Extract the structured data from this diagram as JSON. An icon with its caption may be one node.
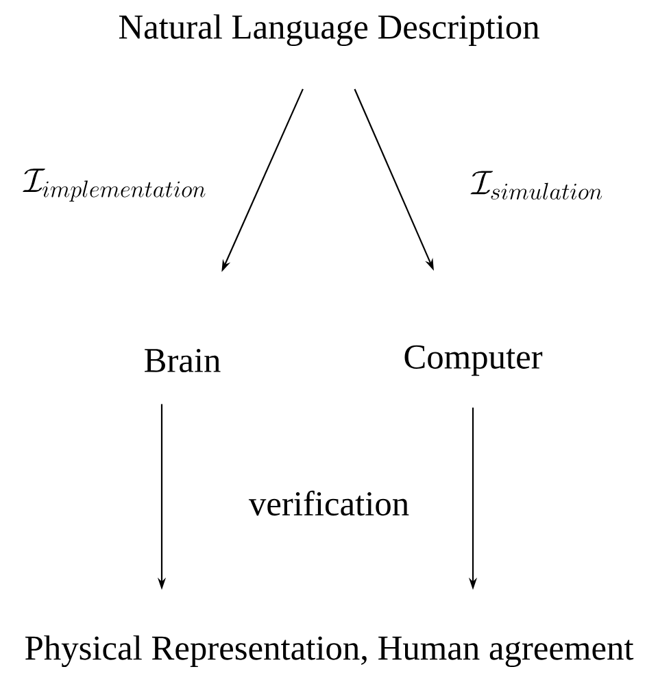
{
  "diagram": {
    "nodes": [
      {
        "text": [
          "Natural Language Description"
        ]
      },
      {
        "text": [
          "Brain"
        ]
      },
      {
        "text": [
          "Computer"
        ]
      },
      {
        "text": [
          "Physical Representation, Human agreement"
        ]
      }
    ],
    "edges": [
      {
        "from": 0,
        "to": 1,
        "arrow": "to",
        "label": "\\mathcal{I}_{implementation}"
      },
      {
        "from": 0,
        "to": 2,
        "arrow": "to",
        "label": "\\mathcal{I}_{simulation}"
      },
      {
        "from": 1,
        "to": 3,
        "arrow": "to"
      },
      {
        "from": 2,
        "to": 3,
        "arrow": "to"
      }
    ],
    "labels": [
      "verification"
    ]
  }
}
